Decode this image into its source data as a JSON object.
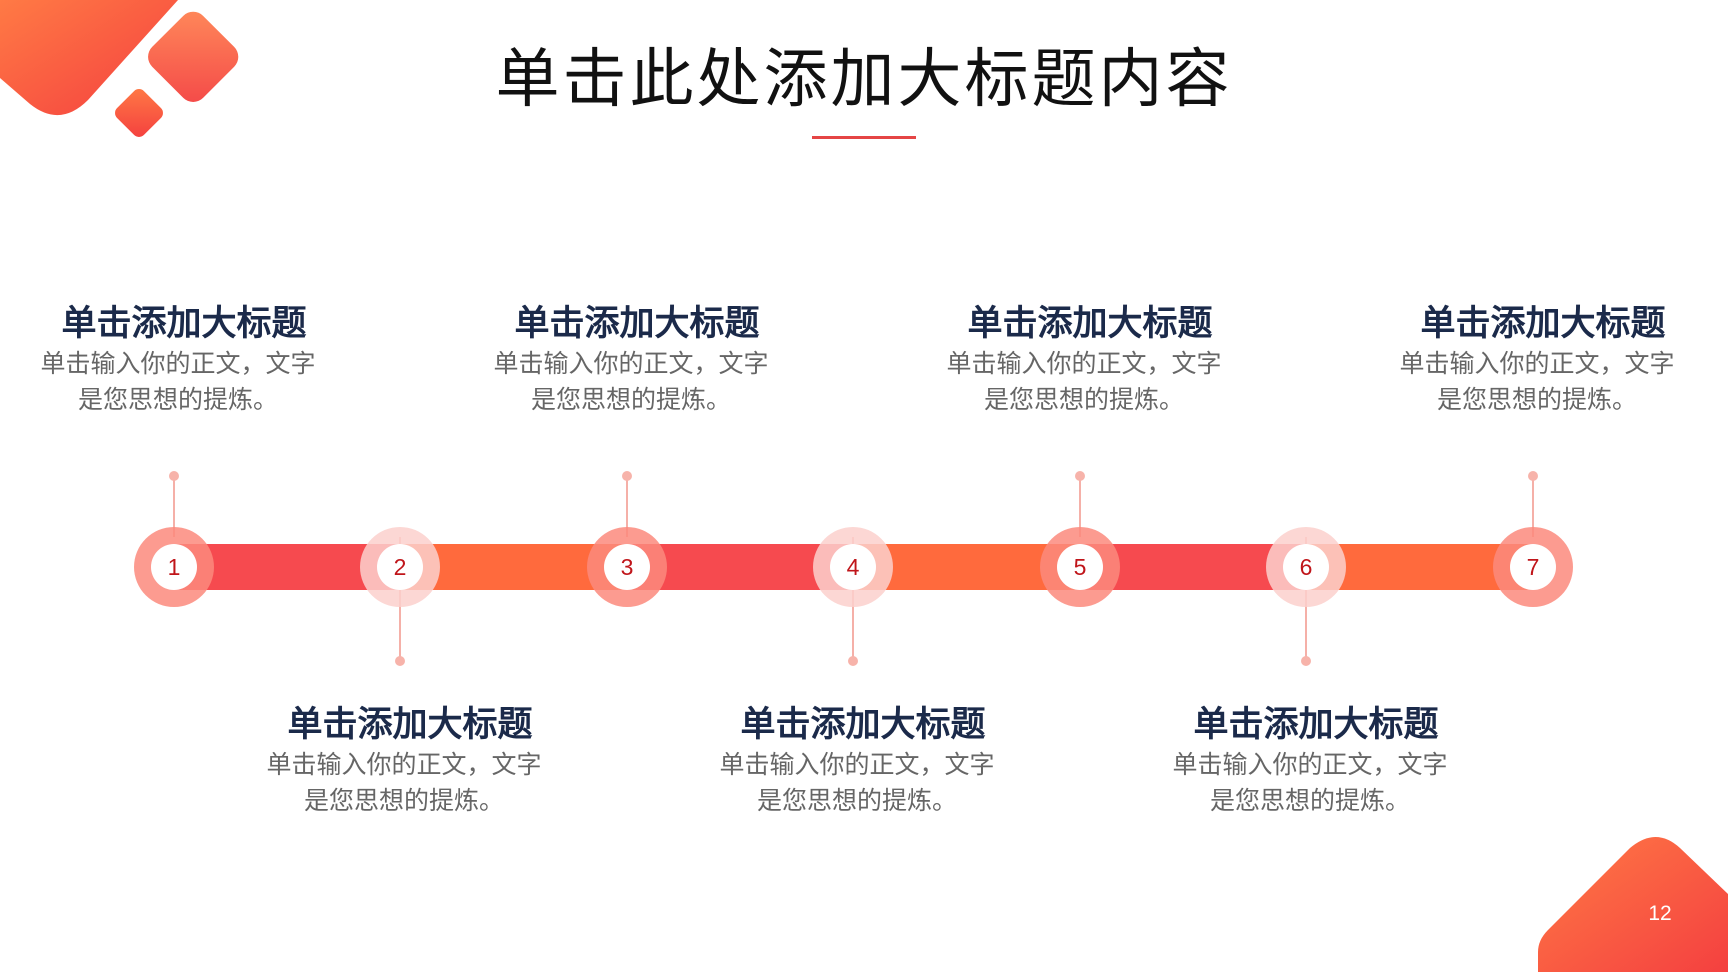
{
  "title": "单击此处添加大标题内容",
  "page_number": "12",
  "colors": {
    "accent_red": "#f64a4f",
    "accent_orange": "#ff6a3d",
    "title_text": "#1b2a4a",
    "body_text": "#666666",
    "underline": "#e54545"
  },
  "timeline": {
    "nodes": [
      {
        "number": "1",
        "title": "单击添加大标题",
        "line1": "单击输入你的正文，文字",
        "line2": "是您思想的提炼。",
        "position": "top"
      },
      {
        "number": "2",
        "title": "单击添加大标题",
        "line1": "单击输入你的正文，文字",
        "line2": "是您思想的提炼。",
        "position": "bottom"
      },
      {
        "number": "3",
        "title": "单击添加大标题",
        "line1": "单击输入你的正文，文字",
        "line2": "是您思想的提炼。",
        "position": "top"
      },
      {
        "number": "4",
        "title": "单击添加大标题",
        "line1": "单击输入你的正文，文字",
        "line2": "是您思想的提炼。",
        "position": "bottom"
      },
      {
        "number": "5",
        "title": "单击添加大标题",
        "line1": "单击输入你的正文，文字",
        "line2": "是您思想的提炼。",
        "position": "top"
      },
      {
        "number": "6",
        "title": "单击添加大标题",
        "line1": "单击输入你的正文，文字",
        "line2": "是您思想的提炼。",
        "position": "bottom"
      },
      {
        "number": "7",
        "title": "单击添加大标题",
        "line1": "单击输入你的正文，文字",
        "line2": "是您思想的提炼。",
        "position": "top"
      }
    ]
  }
}
